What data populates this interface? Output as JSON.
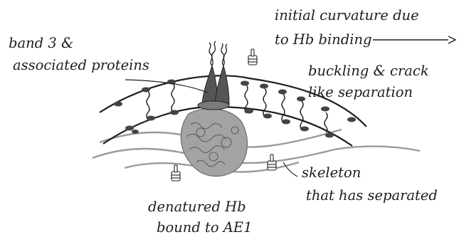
{
  "labels": {
    "band3_line1": "band 3 &",
    "band3_line2": "associated proteins",
    "curv_line1": "initial curvature due",
    "curv_line2": "to Hb binding",
    "buck_line1": "buckling & crack",
    "buck_line2": "like separation",
    "skel_line1": "skeleton",
    "skel_line2": "that has separated",
    "hb_line1": "denatured Hb",
    "hb_line2": "bound to AE1"
  },
  "colors": {
    "ink": "#1e1e1e",
    "membrane_fill": "#ffffff",
    "protein_dark": "#444444",
    "protein_mid": "#6e6e6e",
    "hb_cluster": "#8a8a8a",
    "skeleton": "#8f8f8f"
  }
}
